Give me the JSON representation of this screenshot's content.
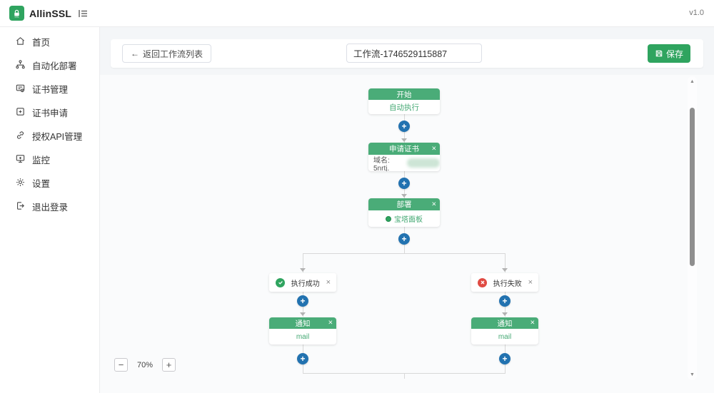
{
  "app": {
    "name": "AllinSSL",
    "version": "v1.0"
  },
  "icons": {
    "plus": "+",
    "close": "×",
    "back_arrow": "←",
    "minus": "−",
    "scroll_up": "▲",
    "scroll_down": "▼"
  },
  "sidebar": {
    "items": [
      {
        "label": "首页",
        "icon": "home-icon"
      },
      {
        "label": "自动化部署",
        "icon": "deploy-icon"
      },
      {
        "label": "证书管理",
        "icon": "cert-manage-icon"
      },
      {
        "label": "证书申请",
        "icon": "cert-apply-icon"
      },
      {
        "label": "授权API管理",
        "icon": "api-auth-icon"
      },
      {
        "label": "监控",
        "icon": "monitor-icon"
      },
      {
        "label": "设置",
        "icon": "settings-icon"
      },
      {
        "label": "退出登录",
        "icon": "logout-icon"
      }
    ]
  },
  "toolbar": {
    "back_label": "返回工作流列表",
    "workflow_name": "工作流-1746529115887",
    "save_label": "保存"
  },
  "canvas": {
    "zoom_level": "70%",
    "nodes": {
      "start": {
        "title": "开始",
        "body": "自动执行"
      },
      "apply_cert": {
        "title": "申请证书",
        "body": "域名: 5nrtj."
      },
      "deploy": {
        "title": "部署",
        "body": "宝塔面板"
      },
      "branch_success": {
        "label": "执行成功"
      },
      "branch_fail": {
        "label": "执行失败"
      },
      "notify_left": {
        "title": "通知",
        "body": "mail"
      },
      "notify_right": {
        "title": "通知",
        "body": "mail"
      }
    }
  },
  "colors": {
    "brand_green": "#2fa45f",
    "node_header_green": "#4aac78",
    "connector_blue": "#2272b0",
    "fail_red": "#e04b43"
  }
}
